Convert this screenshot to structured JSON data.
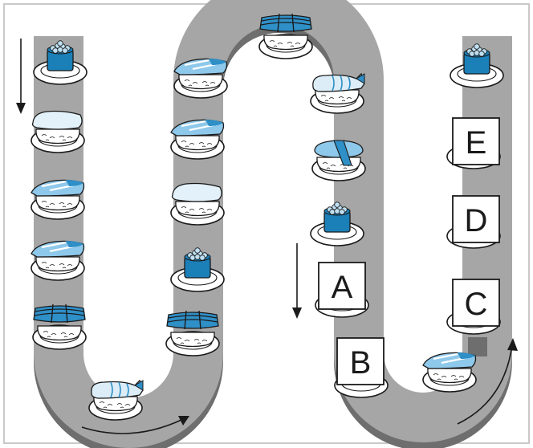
{
  "colors": {
    "frame": "#c9c9c9",
    "belt": "#a6a6a6",
    "belt_shadow": "#6e6e6e",
    "fish_blue": "#2f8fc7",
    "fish_light": "#bfe0f2",
    "caviar_blue": "#1b7fb8",
    "outline": "#1a1a1a",
    "plate": "#ffffff"
  },
  "labels": [
    "A",
    "B",
    "C",
    "D",
    "E"
  ],
  "direction_arrows": [
    "arrow-down",
    "arrow-down",
    "arrow-right-curved",
    "arrow-up-curved"
  ],
  "sushi_types": [
    "caviar-gunkan",
    "white-nigiri",
    "salmon-nigiri",
    "tuna-nigiri",
    "tied-tamago",
    "shrimp-nigiri",
    "nori-wrapped-block"
  ]
}
